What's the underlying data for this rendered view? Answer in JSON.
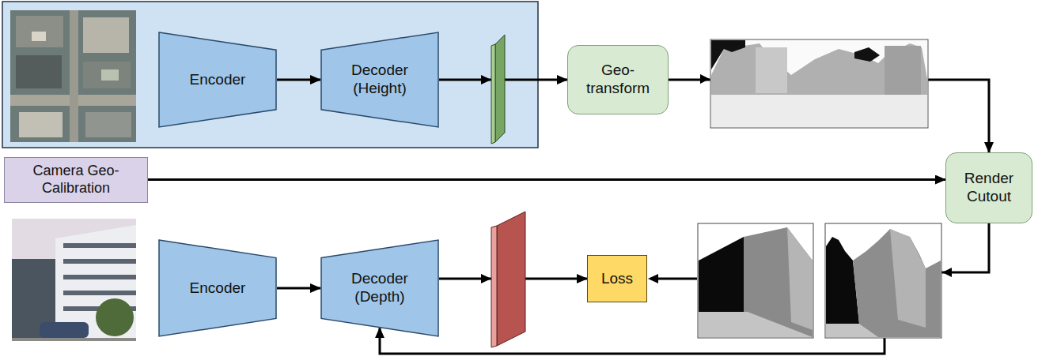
{
  "diagram": {
    "nodes": [
      {
        "text": [
          "Encoder"
        ]
      },
      {
        "text": [
          "Decoder (Height)"
        ]
      },
      {
        "text": [
          "Geo- transform"
        ]
      },
      {
        "text": [
          "Camera Geo-Calibration"
        ]
      },
      {
        "text": [
          "Render Cutout"
        ]
      },
      {
        "text": [
          "Encoder"
        ]
      },
      {
        "text": [
          "Decoder (Depth)"
        ]
      },
      {
        "text": [
          "Loss"
        ]
      }
    ],
    "edges": [
      {
        "from": 0,
        "to": 1,
        "arrow": "to"
      },
      {
        "from": 1,
        "to": 2,
        "arrow": "to"
      },
      {
        "from": 2,
        "to": 4,
        "arrow": "to"
      },
      {
        "from": 3,
        "to": 4,
        "arrow": "to"
      },
      {
        "from": 4,
        "to": 6,
        "arrow": "to"
      },
      {
        "from": 5,
        "to": 6,
        "arrow": "to"
      },
      {
        "from": 6,
        "to": 7,
        "arrow": "to"
      }
    ]
  }
}
